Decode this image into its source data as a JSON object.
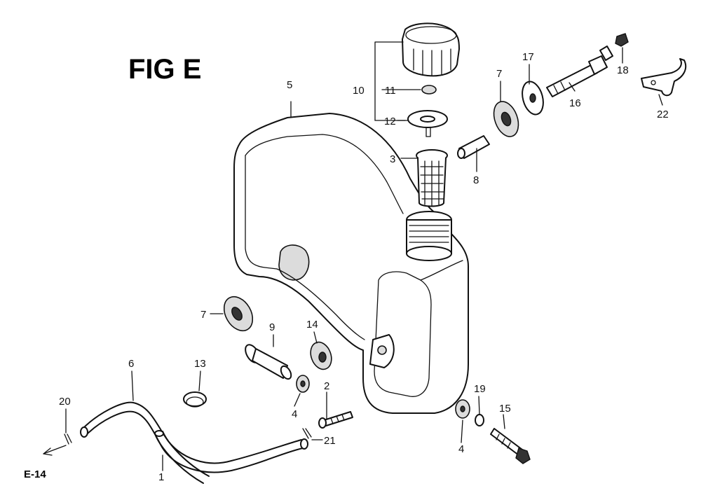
{
  "figure": {
    "title": "FIG E",
    "ref_label": "E-14"
  },
  "callouts": [
    {
      "id": "c1",
      "text": "1"
    },
    {
      "id": "c2",
      "text": "2"
    },
    {
      "id": "c3",
      "text": "3"
    },
    {
      "id": "c4a",
      "text": "4"
    },
    {
      "id": "c4b",
      "text": "4"
    },
    {
      "id": "c5",
      "text": "5"
    },
    {
      "id": "c6",
      "text": "6"
    },
    {
      "id": "c7a",
      "text": "7"
    },
    {
      "id": "c7b",
      "text": "7"
    },
    {
      "id": "c8",
      "text": "8"
    },
    {
      "id": "c9",
      "text": "9"
    },
    {
      "id": "c10",
      "text": "10"
    },
    {
      "id": "c11",
      "text": "11"
    },
    {
      "id": "c12",
      "text": "12"
    },
    {
      "id": "c13",
      "text": "13"
    },
    {
      "id": "c14",
      "text": "14"
    },
    {
      "id": "c15",
      "text": "15"
    },
    {
      "id": "c16",
      "text": "16"
    },
    {
      "id": "c17",
      "text": "17"
    },
    {
      "id": "c18",
      "text": "18"
    },
    {
      "id": "c19",
      "text": "19"
    },
    {
      "id": "c20",
      "text": "20"
    },
    {
      "id": "c21",
      "text": "21"
    },
    {
      "id": "c22",
      "text": "22"
    }
  ]
}
